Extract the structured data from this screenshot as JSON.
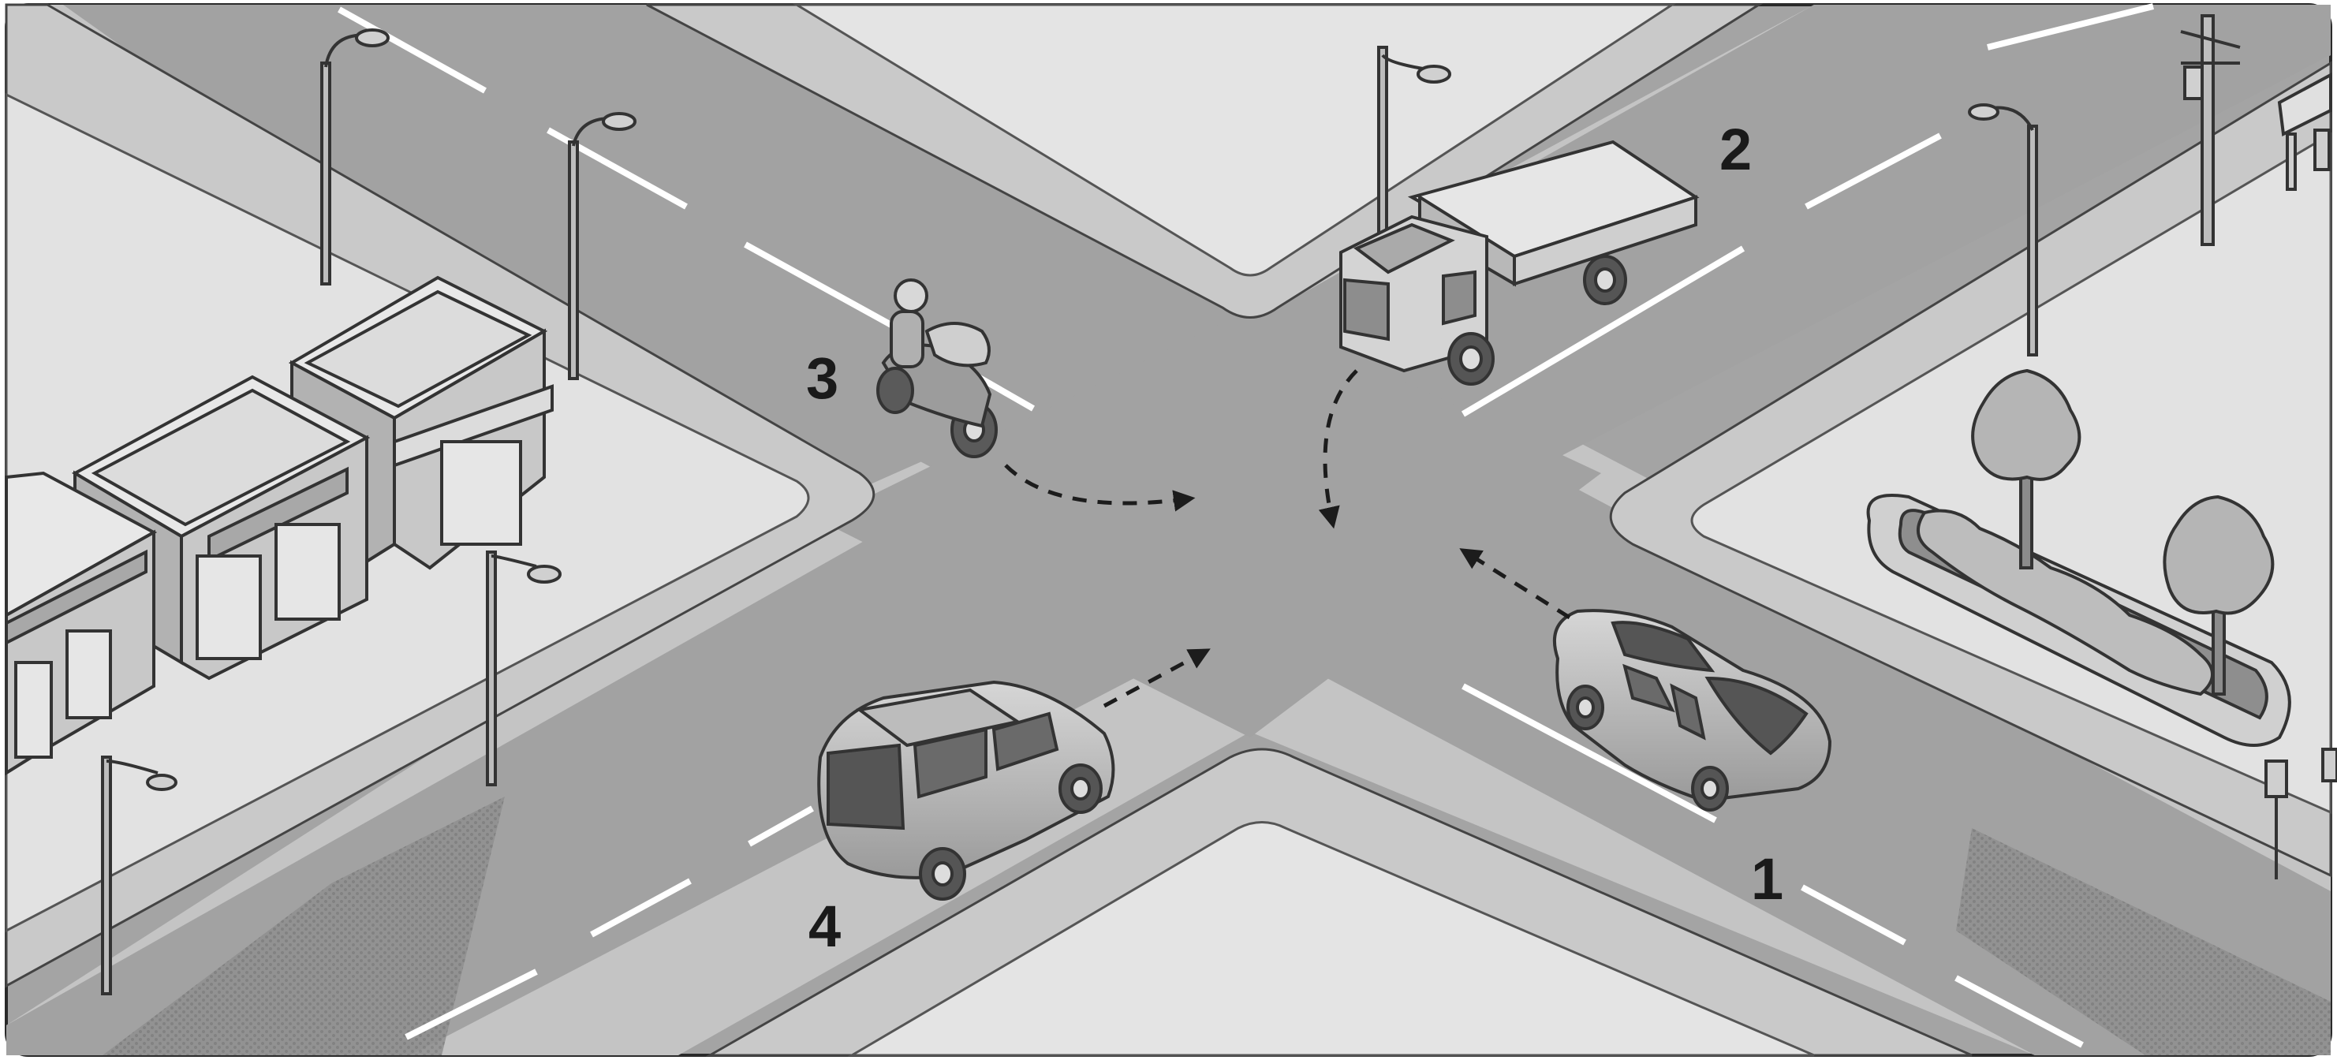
{
  "scene": {
    "vehicle_labels": {
      "car": "1",
      "truck": "2",
      "motorcycle": "3",
      "suv": "4"
    }
  }
}
